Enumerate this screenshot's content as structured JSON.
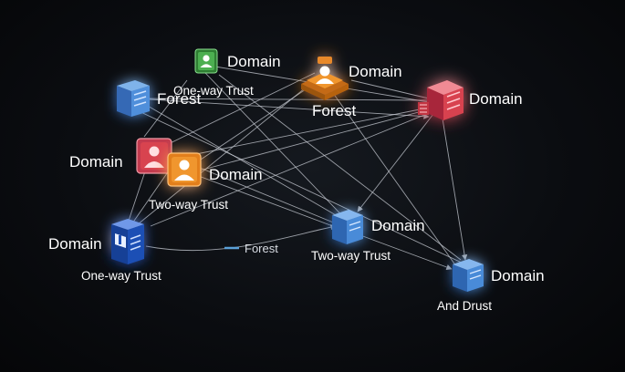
{
  "labels": {
    "domain_green": "Domain",
    "one_way_trust_top": "One-way Trust",
    "forest_left": "Forest",
    "domain_orange_top": "Domain",
    "forest_center": "Forest",
    "domain_red": "Domain",
    "domain_left": "Domain",
    "domain_orange_mid": "Domain",
    "two_way_trust_mid": "Two-way Trust",
    "domain_bottom_left": "Domain",
    "one_way_trust_bottom": "One-way Trust",
    "legend_forest": "Forest",
    "domain_center": "Domain",
    "two_way_trust_center": "Two-way Trust",
    "domain_bottom_right": "Domain",
    "and_drust": "And Drust"
  },
  "colors": {
    "green": "#4caf50",
    "blue": "#3f7fd0",
    "orange": "#f0962e",
    "red": "#d8434f",
    "navy": "#1e4fb5",
    "legend": "#5aa0d8"
  },
  "icons": {
    "user": "user-icon",
    "server": "server-icon",
    "building": "building-icon"
  }
}
